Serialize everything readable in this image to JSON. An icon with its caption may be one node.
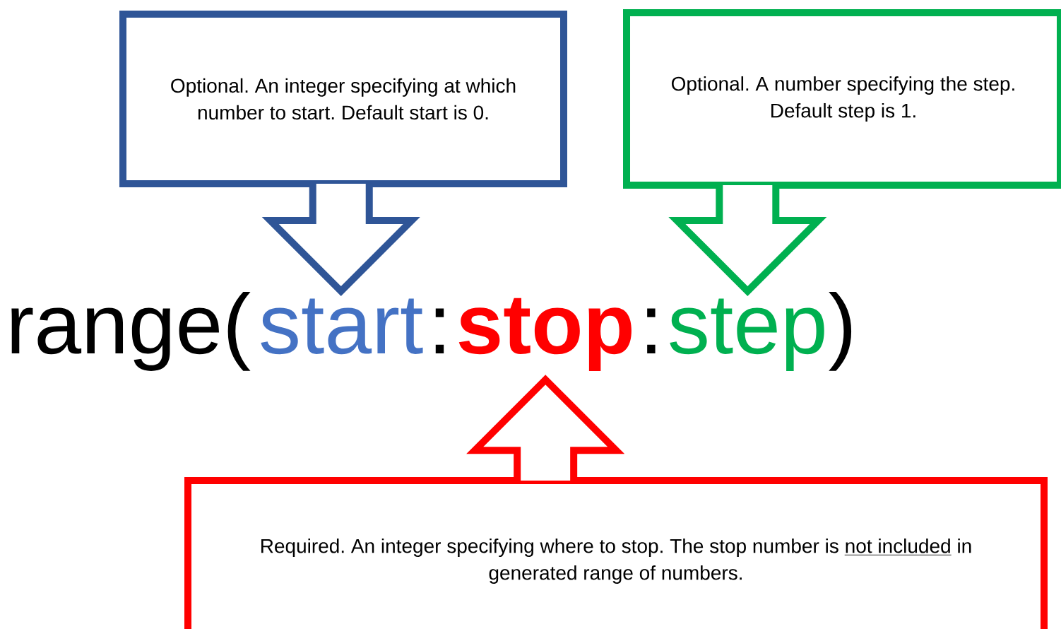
{
  "diagram": {
    "nodes": [
      {
        "text": [
          "Optional. An integer specifying at which number to start. Default start is 0."
        ]
      },
      {
        "text": [
          "Optional. A number specifying the step. Default step is 1."
        ]
      },
      {
        "text": [
          "start"
        ]
      },
      {
        "text": [
          "stop"
        ]
      },
      {
        "text": [
          "step"
        ]
      },
      {
        "text": [
          "Required. An integer specifying where to stop. The stop number is",
          "not included",
          "in generated range of numbers."
        ]
      }
    ],
    "edges": [
      {
        "from": 0,
        "to": 2,
        "arrow": "to",
        "color": "#2f5597"
      },
      {
        "from": 1,
        "to": 4,
        "arrow": "to",
        "color": "#00b050"
      },
      {
        "from": 5,
        "to": 3,
        "arrow": "to",
        "color": "#ff0000"
      }
    ],
    "labels": [
      "range(",
      ":",
      ":",
      ")"
    ]
  }
}
